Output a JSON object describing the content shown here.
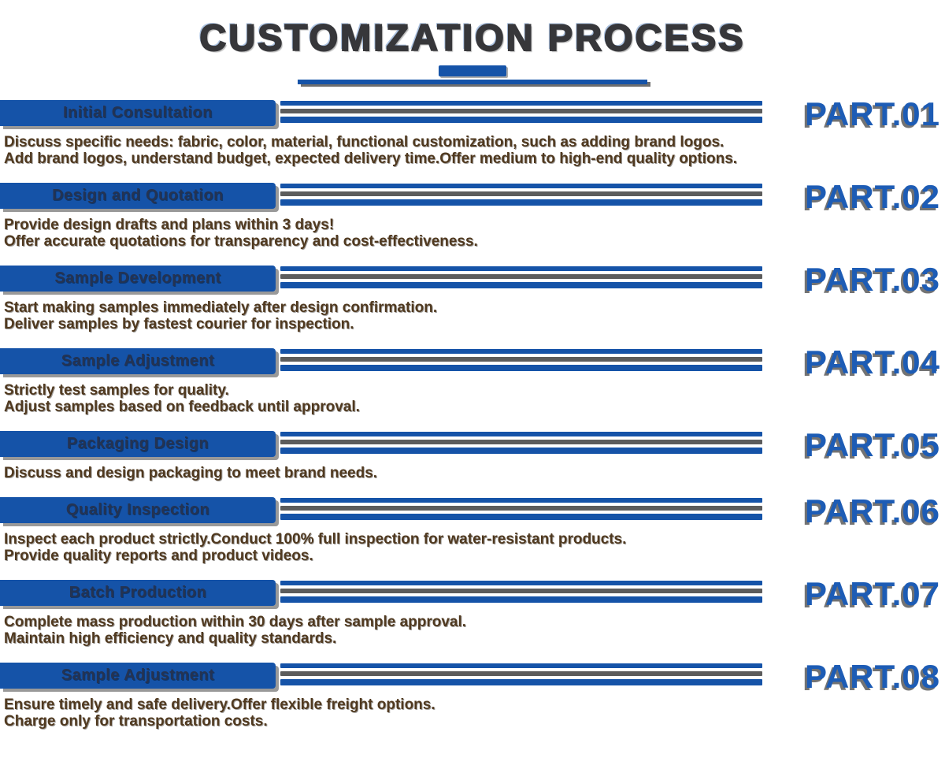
{
  "title": "CUSTOMIZATION PROCESS",
  "colors": {
    "accent_blue": "#1553a8",
    "part_label_blue": "#1d5cb5",
    "stripe_gray": "#5c5c5c",
    "body_brown": "#50391f",
    "title_dark": "#37373a",
    "heading_navy": "#243352"
  },
  "sections": [
    {
      "part": "PART.01",
      "heading": "Initial Consultation",
      "lines": [
        "Discuss specific needs: fabric, color, material, functional customization, such as adding brand logos.",
        "Add brand logos, understand budget, expected delivery time.Offer medium to high-end quality options."
      ]
    },
    {
      "part": "PART.02",
      "heading": "Design and Quotation",
      "lines": [
        "Provide design drafts and plans within 3 days!",
        "Offer accurate quotations for transparency and cost-effectiveness."
      ]
    },
    {
      "part": "PART.03",
      "heading": "Sample Development",
      "lines": [
        "Start making samples immediately after design confirmation.",
        "Deliver samples by fastest courier for inspection."
      ]
    },
    {
      "part": "PART.04",
      "heading": "Sample Adjustment",
      "lines": [
        "Strictly test samples for quality.",
        "Adjust samples based on feedback until approval."
      ]
    },
    {
      "part": "PART.05",
      "heading": "Packaging Design",
      "lines": [
        "Discuss and design packaging to meet brand needs."
      ]
    },
    {
      "part": "PART.06",
      "heading": "Quality Inspection",
      "lines": [
        "Inspect each product strictly.Conduct 100% full inspection for water-resistant products.",
        "Provide quality reports and product videos."
      ]
    },
    {
      "part": "PART.07",
      "heading": "Batch Production",
      "lines": [
        "Complete mass production within 30 days after sample approval.",
        "Maintain high efficiency and quality standards."
      ]
    },
    {
      "part": "PART.08",
      "heading": "Sample Adjustment",
      "lines": [
        "Ensure timely and safe delivery.Offer flexible freight options.",
        "Charge only for transportation costs."
      ]
    }
  ]
}
